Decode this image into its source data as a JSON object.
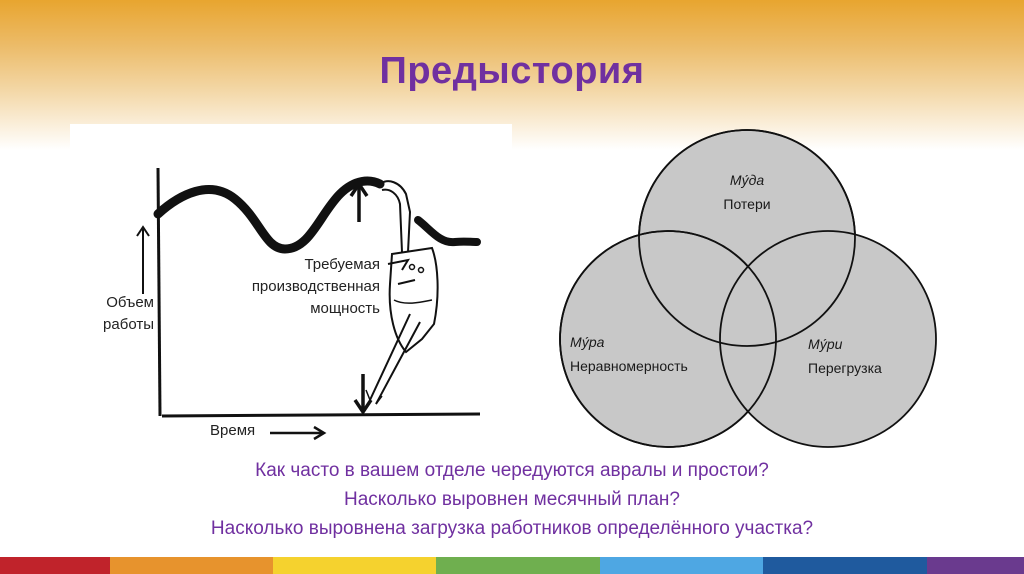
{
  "slide": {
    "title": "Предыстория",
    "title_color": "#7030a0"
  },
  "left_figure": {
    "y_axis_label_line1": "Объем",
    "y_axis_label_line2": "работы",
    "x_axis_label": "Время",
    "annotation_line1": "Требуемая",
    "annotation_line2": "производственная",
    "annotation_line3": "мощность"
  },
  "venn": {
    "circles": [
      {
        "term": "Му́да",
        "meaning": "Потери"
      },
      {
        "term": "Му́ра",
        "meaning": "Неравномерность"
      },
      {
        "term": "Му́ри",
        "meaning": "Перегрузка"
      }
    ],
    "fill_color": "#c8c8c8"
  },
  "questions": [
    "Как часто в вашем отделе чередуются авралы и простои?",
    "Насколько выровнен месячный план?",
    "Насколько выровнена загрузка работников определённого участка?"
  ],
  "rainbow_bar": {
    "colors": [
      "#c0232b",
      "#e7932d",
      "#f5d22e",
      "#6faf4f",
      "#4ea7e3",
      "#1f5a9e",
      "#6a3a8e"
    ]
  }
}
